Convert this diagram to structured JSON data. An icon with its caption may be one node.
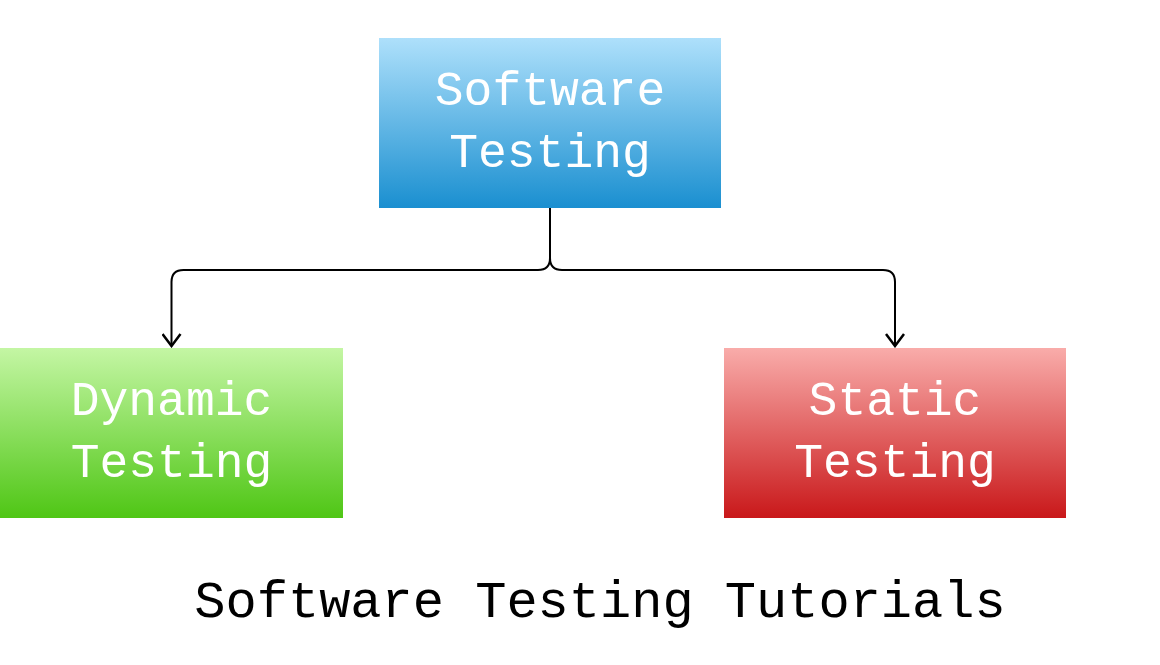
{
  "diagram": {
    "caption": "Software Testing Tutorials",
    "nodes": [
      {
        "text": [
          "Software Testing"
        ]
      },
      {
        "text": [
          "Dynamic Testing"
        ]
      },
      {
        "text": [
          "Static Testing"
        ]
      }
    ],
    "edges": [
      {
        "from": 0,
        "to": 1,
        "arrow": "to"
      },
      {
        "from": 0,
        "to": 2,
        "arrow": "to"
      }
    ]
  }
}
